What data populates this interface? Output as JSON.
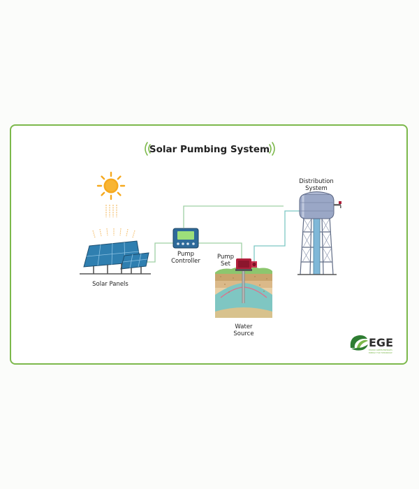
{
  "diagram": {
    "title": "Solar Pumbing System",
    "labels": {
      "solar_panels": "Solar Panels",
      "pump_controller": [
        "Pump",
        "Controller"
      ],
      "pump_set": [
        "Pump",
        "Set"
      ],
      "water_source": [
        "Water",
        "Source"
      ],
      "distribution_system": [
        "Distribution",
        "System"
      ]
    },
    "logo": {
      "text": "EGE",
      "tagline": [
        "ENVIRO GREEN ENERGIES",
        "ENERGY FOR TOMORROW"
      ]
    },
    "colors": {
      "border": "#7cb84b",
      "sun": "#f6a91e",
      "panel": "#2f7fb0",
      "controller": "#2e6a9a",
      "pipe": "#7cc8c4",
      "cable": "#9fd0a5",
      "pump": "#b01f3a",
      "tank": "#9aa7c6",
      "water": "#7fc6c2"
    }
  }
}
